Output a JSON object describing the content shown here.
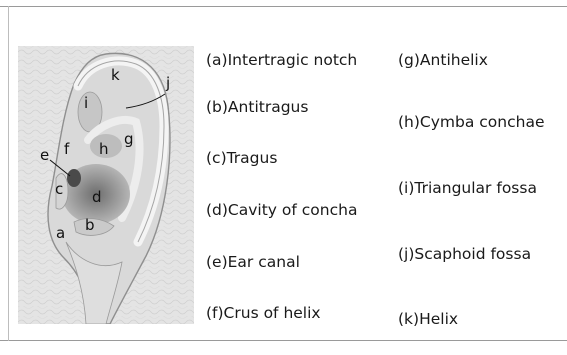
{
  "ear_labels": [
    "a",
    "b",
    "c",
    "d",
    "e",
    "f",
    "g",
    "h",
    "i",
    "j",
    "k"
  ],
  "legend_left": [
    "(a)Intertragic notch",
    "(b)Antitragus",
    "(c)Tragus",
    "(d)Cavity of concha",
    "(e)Ear canal",
    "(f)Crus of helix"
  ],
  "legend_right": [
    "(g)Antihelix",
    "(h)Cymba conchae",
    "(i)Triangular fossa",
    "(j)Scaphoid fossa",
    "(k)Helix"
  ]
}
